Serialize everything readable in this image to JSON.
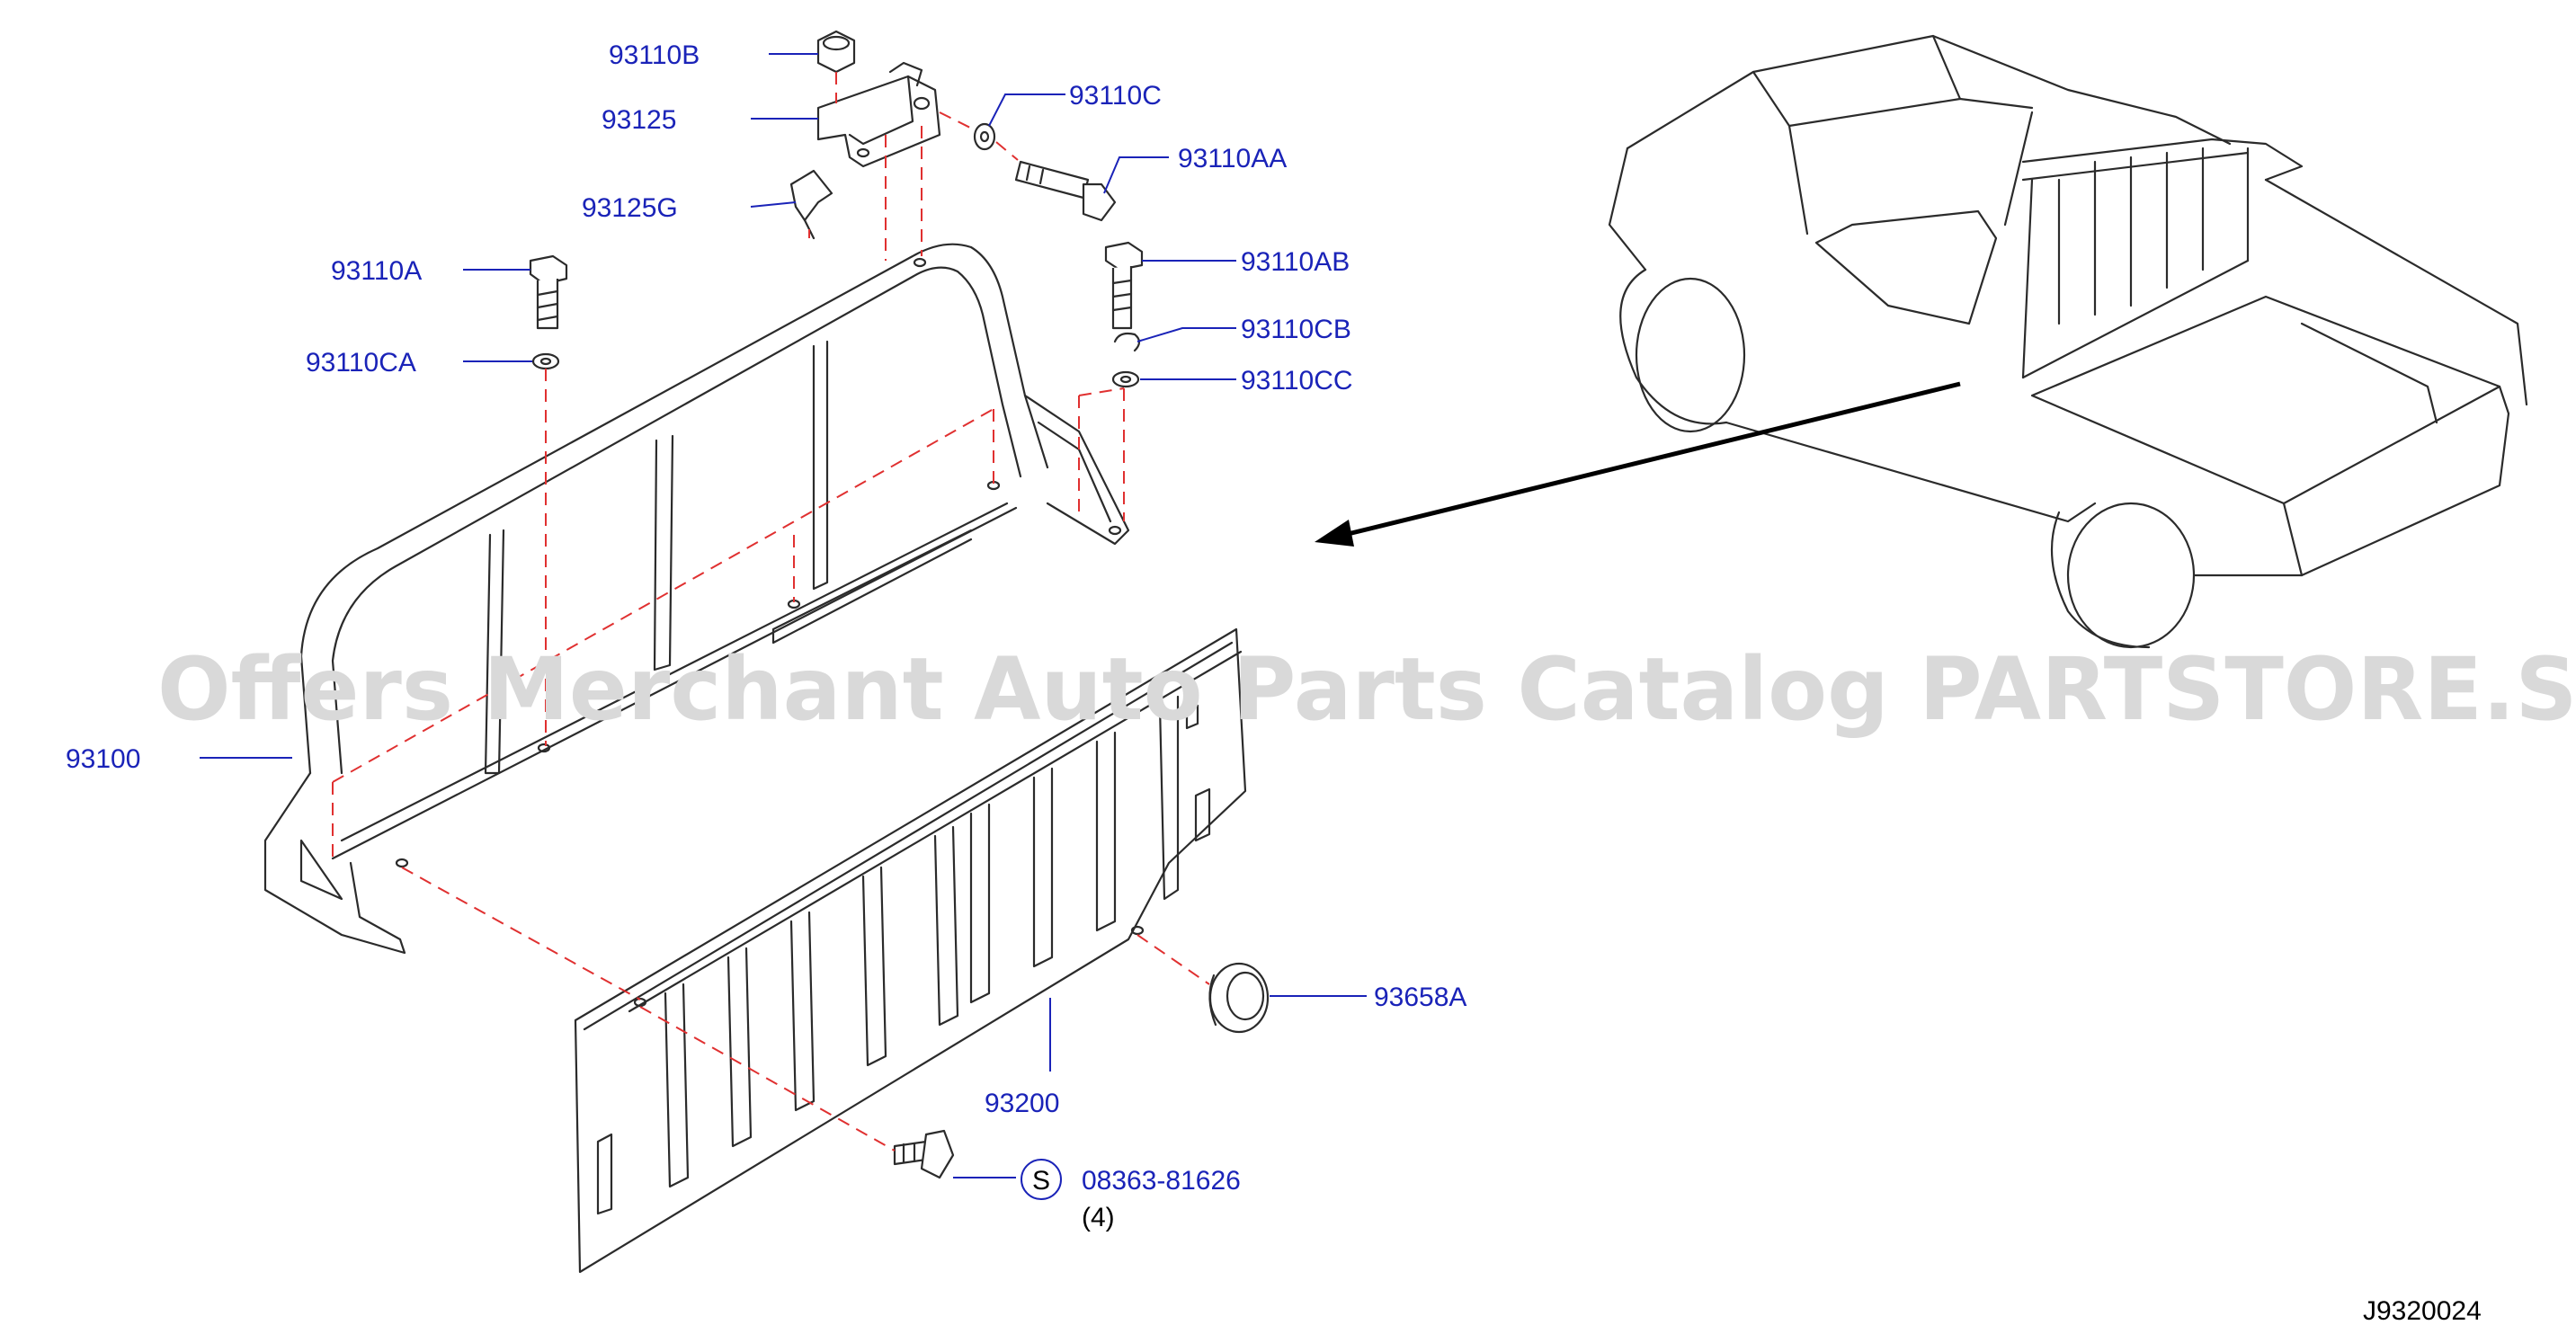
{
  "watermark": "Offers Merchant Auto Parts Catalog PARTSTORE.SA",
  "diagram_code": "J9320024",
  "callouts": {
    "p93110B": "93110B",
    "p93125": "93125",
    "p93125G": "93125G",
    "p93110C": "93110C",
    "p93110AA": "93110AA",
    "p93110A": "93110A",
    "p93110CA": "93110CA",
    "p93110AB": "93110AB",
    "p93110CB": "93110CB",
    "p93110CC": "93110CC",
    "p93100": "93100",
    "p93658A": "93658A",
    "p93200": "93200",
    "p0836381626": "08363-81626",
    "qty": "(4)",
    "standard_symbol": "S"
  },
  "colors": {
    "callout": "#1a23b8",
    "dashed_leader": "#e03030",
    "line": "#2b2b2b",
    "watermark": "#d9d9d9"
  }
}
